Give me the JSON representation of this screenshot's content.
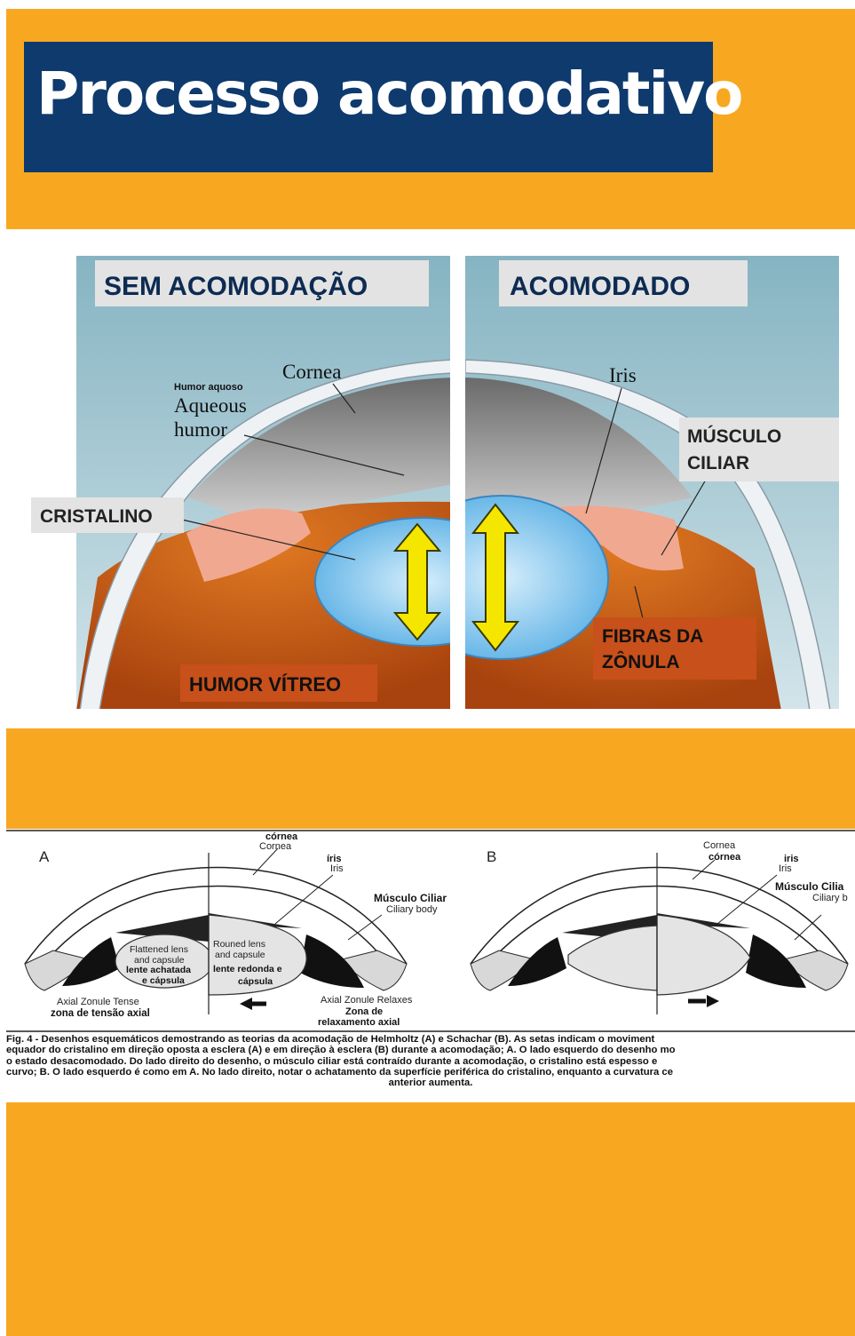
{
  "header": {
    "title": "Processo acomodativo"
  },
  "colors": {
    "orange": "#f8a820",
    "navy": "#0e3a6e",
    "label_gray": "#e3e3e3",
    "label_orange": "#c8501a",
    "lens_blue": "#7fc4ee",
    "arrow_yellow": "#f5e600"
  },
  "panel_left": {
    "heading": "SEM ACOMODAÇÃO",
    "cornea": "Cornea",
    "humor_aquoso_small": "Humor aquoso",
    "aqueous_line1": "Aqueous",
    "aqueous_line2": "humor",
    "cristalino": "CRISTALINO",
    "humor_vitreo": "HUMOR VÍTREO"
  },
  "panel_right": {
    "heading": "ACOMODADO",
    "iris": "Iris",
    "musculo_line1": "MÚSCULO",
    "musculo_line2": "CILIAR",
    "fibras_line1": "FIBRAS DA",
    "fibras_line2": "ZÔNULA"
  },
  "schematic": {
    "a": {
      "letter": "A",
      "cornea_pt": "córnea",
      "cornea_en": "Cornea",
      "iris_pt": "íris",
      "iris_en": "Iris",
      "musculo_pt": "Músculo Ciliar",
      "ciliary_en": "Ciliary body",
      "flat1": "Flattened lens",
      "flat2": "and capsule",
      "flat3": "lente achatada",
      "flat4": "e cápsula",
      "round1": "Rouned lens",
      "round2": "and capsule",
      "round3": "lente redonda e",
      "round4": "cápsula",
      "tense1": "Axial Zonule Tense",
      "tense2": "zona de tensão axial",
      "relax1": "Axial Zonule Relaxes",
      "relax2": "Zona de",
      "relax3": "relaxamento axial"
    },
    "b": {
      "letter": "B",
      "cornea_en": "Cornea",
      "cornea_pt": "córnea",
      "iris_pt": "iris",
      "iris_en": "Iris",
      "musculo_pt": "Músculo Cilia",
      "ciliary_en": "Ciliary b"
    }
  },
  "caption": {
    "l1": "Fig. 4 - Desenhos esquemáticos demostrando as teorias da acomodação de Helmholtz (A) e Schachar (B). As setas indicam o moviment",
    "l2": "equador do cristalino em direção oposta a esclera (A) e em direção à esclera (B) durante a acomodação; A. O lado esquerdo do desenho mo",
    "l3": "o estado desacomodado. Do lado direito do desenho, o músculo ciliar está contraído durante a acomodação, o cristalino está espesso e",
    "l4": "curvo; B. O lado esquerdo é como em A. No lado direito, notar o achatamento da superfície periférica do cristalino, enquanto a curvatura ce",
    "l5": "anterior  aumenta."
  }
}
